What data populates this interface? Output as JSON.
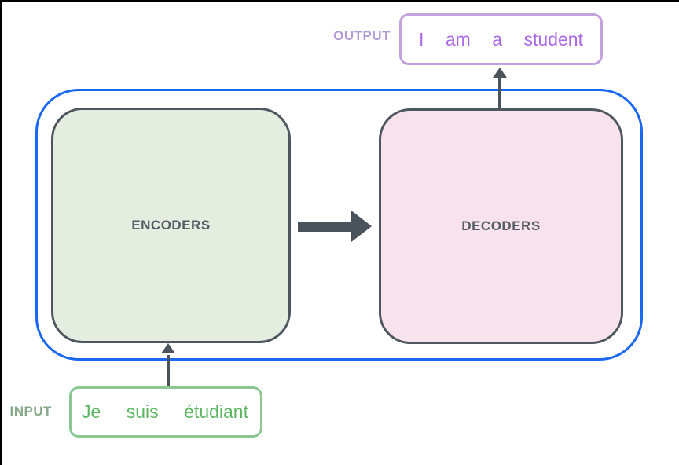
{
  "diagram_title": "encoder-decoder-translation-diagram",
  "output": {
    "label": "OUTPUT",
    "words": [
      "I",
      "am",
      "a",
      "student"
    ]
  },
  "input": {
    "label": "INPUT",
    "words": [
      "Je",
      "suis",
      "étudiant"
    ]
  },
  "encoders": {
    "label": "ENCODERS"
  },
  "decoders": {
    "label": "DECODERS"
  },
  "colors": {
    "blue_container_border": "#1967f2",
    "block_border": "#4e565f",
    "arrow": "#4a525c",
    "encoder_fill": "#e4eddf",
    "decoder_fill": "#f8e3ed",
    "output_text": "#ab68e8",
    "output_box_border": "#c2a3dc",
    "output_label": "#b49cd6",
    "input_text": "#5eb763",
    "input_box_border": "#8cc791",
    "input_label": "#87a88a",
    "image_edge": "#000000"
  }
}
